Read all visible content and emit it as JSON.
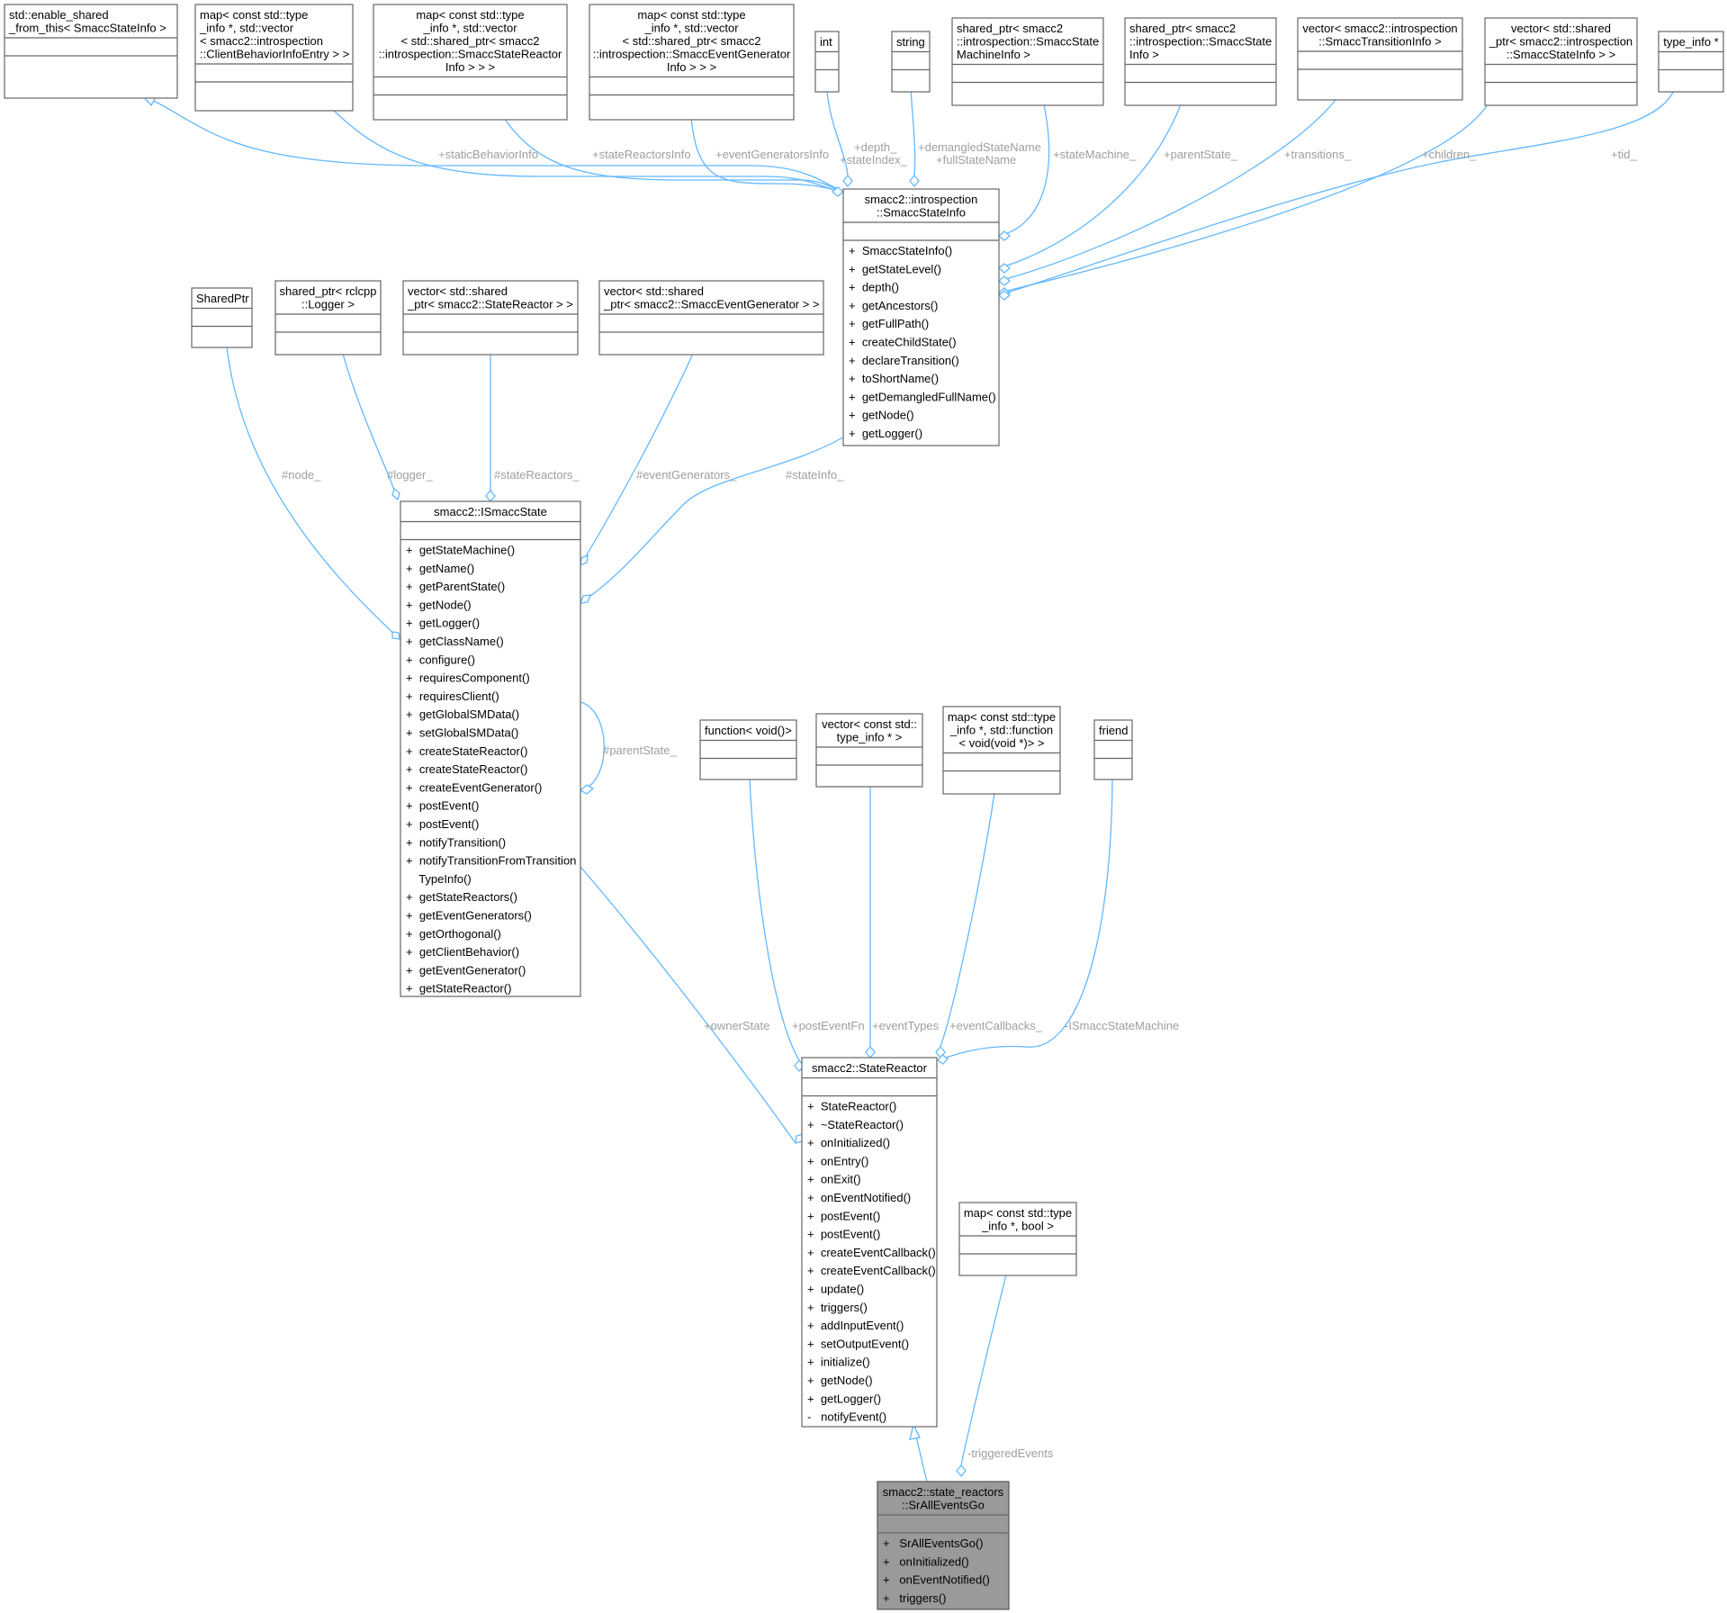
{
  "diagram": {
    "nodes": {
      "enable_shared": {
        "title": [
          "std::enable_shared",
          "_from_this< SmaccStateInfo >"
        ],
        "members": []
      },
      "map_cb": {
        "title": [
          "map< const std::type",
          "_info *, std::vector",
          "< smacc2::introspection",
          "::ClientBehaviorInfoEntry > >"
        ],
        "members": []
      },
      "map_sr": {
        "title": [
          "map< const std::type",
          "_info *, std::vector",
          "< std::shared_ptr< smacc2",
          "::introspection::SmaccStateReactor",
          "Info > > >"
        ],
        "members": []
      },
      "map_eg": {
        "title": [
          "map< const std::type",
          "_info *, std::vector",
          "< std::shared_ptr< smacc2",
          "::introspection::SmaccEventGenerator",
          "Info > > >"
        ],
        "members": []
      },
      "int_t": {
        "title": [
          "int"
        ],
        "members": []
      },
      "string_t": {
        "title": [
          "string"
        ],
        "members": []
      },
      "sp_smi": {
        "title": [
          "shared_ptr< smacc2",
          "::introspection::SmaccState",
          "MachineInfo >"
        ],
        "members": []
      },
      "sp_ssi": {
        "title": [
          "shared_ptr< smacc2",
          "::introspection::SmaccState",
          "Info >"
        ],
        "members": []
      },
      "vec_sti": {
        "title": [
          "vector< smacc2::introspection",
          "::SmaccTransitionInfo >"
        ],
        "members": []
      },
      "vec_ssi": {
        "title": [
          "vector< std::shared",
          "_ptr< smacc2::introspection",
          "::SmaccStateInfo > >"
        ],
        "members": []
      },
      "typeinfo_p": {
        "title": [
          "type_info *"
        ],
        "members": []
      },
      "smacc_state_info": {
        "title": [
          "smacc2::introspection",
          "::SmaccStateInfo"
        ],
        "members": [
          "+  SmaccStateInfo()",
          "+  getStateLevel()",
          "+  depth()",
          "+  getAncestors()",
          "+  getFullPath()",
          "+  createChildState()",
          "+  declareTransition()",
          "+  toShortName()",
          "+  getDemangledFullName()",
          "+  getNode()",
          "+  getLogger()"
        ]
      },
      "sharedptr_t": {
        "title": [
          "SharedPtr"
        ],
        "members": []
      },
      "sp_logger": {
        "title": [
          "shared_ptr< rclcpp",
          "::Logger >"
        ],
        "members": []
      },
      "vec_sr": {
        "title": [
          "vector< std::shared",
          "_ptr< smacc2::StateReactor > >"
        ],
        "members": []
      },
      "vec_eg": {
        "title": [
          "vector< std::shared",
          "_ptr< smacc2::SmaccEventGenerator > >"
        ],
        "members": []
      },
      "ismacc_state": {
        "title": [
          "smacc2::ISmaccState"
        ],
        "members": [
          "+  getStateMachine()",
          "+  getName()",
          "+  getParentState()",
          "+  getNode()",
          "+  getLogger()",
          "+  getClassName()",
          "+  configure()",
          "+  requiresComponent()",
          "+  requiresClient()",
          "+  getGlobalSMData()",
          "+  setGlobalSMData()",
          "+  createStateReactor()",
          "+  createStateReactor()",
          "+  createEventGenerator()",
          "+  postEvent()",
          "+  postEvent()",
          "+  notifyTransition()",
          "+  notifyTransitionFromTransition",
          "    TypeInfo()",
          "+  getStateReactors()",
          "+  getEventGenerators()",
          "+  getOrthogonal()",
          "+  getClientBehavior()",
          "+  getEventGenerator()",
          "+  getStateReactor()"
        ]
      },
      "function_t": {
        "title": [
          "function< void()>"
        ],
        "members": []
      },
      "vec_typeinfo": {
        "title": [
          "vector< const std::",
          "type_info * >"
        ],
        "members": []
      },
      "map_cbfn": {
        "title": [
          "map< const std::type",
          "_info *, std::function",
          "< void(void *)> >"
        ],
        "members": []
      },
      "friend_t": {
        "title": [
          "friend"
        ],
        "members": []
      },
      "state_reactor": {
        "title": [
          "smacc2::StateReactor"
        ],
        "members": [
          "+  StateReactor()",
          "+  ~StateReactor()",
          "+  onInitialized()",
          "+  onEntry()",
          "+  onExit()",
          "+  onEventNotified()",
          "+  postEvent()",
          "+  postEvent()",
          "+  createEventCallback()",
          "+  createEventCallback()",
          "+  update()",
          "+  triggers()",
          "+  addInputEvent()",
          "+  setOutputEvent()",
          "+  initialize()",
          "+  getNode()",
          "+  getLogger()",
          "-   notifyEvent()"
        ]
      },
      "map_bool": {
        "title": [
          "map< const std::type",
          "_info *, bool >"
        ],
        "members": []
      },
      "sr_all_events_go": {
        "title": [
          "smacc2::state_reactors",
          "::SrAllEventsGo"
        ],
        "members": [
          "+   SrAllEventsGo()",
          "+   onInitialized()",
          "+   onEventNotified()",
          "+   triggers()"
        ]
      }
    },
    "edge_labels": {
      "staticBehaviorInfo": "+staticBehaviorInfo",
      "stateReactorsInfo": "+stateReactorsInfo",
      "eventGeneratorsInfo": "+eventGeneratorsInfo",
      "depth": [
        "+depth_",
        "+stateIndex_"
      ],
      "demangled": [
        "+demangledStateName",
        "+fullStateName"
      ],
      "stateMachine": "+stateMachine_",
      "parentState": "+parentState_",
      "transitions": "+transitions_",
      "children": "+children_",
      "tid": "+tid_",
      "node": "#node_",
      "logger": "#logger_",
      "stateReactors": "#stateReactors_",
      "eventGenerators": "#eventGenerators_",
      "stateInfo": "#stateInfo_",
      "parentStateSelf": "#parentState_",
      "ownerState": "+ownerState",
      "postEventFn": "+postEventFn",
      "eventTypes": "+eventTypes",
      "eventCallbacks": "+eventCallbacks_",
      "ismaccStateMachine": "-ISmaccStateMachine",
      "triggeredEvents": "-triggeredEvents"
    }
  }
}
